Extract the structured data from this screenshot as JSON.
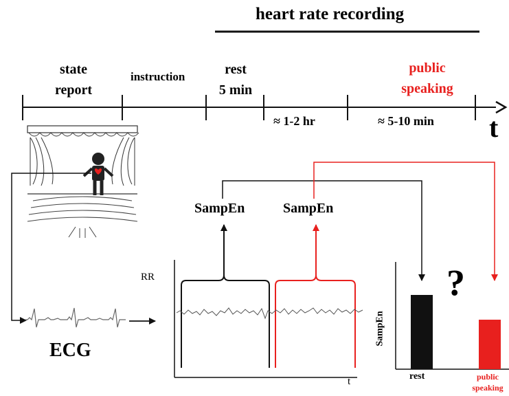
{
  "colors": {
    "black": "#111111",
    "accent": "#e8201e",
    "trace": "#555555"
  },
  "timeline": {
    "recording_label": "heart rate recording",
    "axis_label": "t",
    "phases": {
      "state_report": [
        "state",
        "report"
      ],
      "instruction": "instruction",
      "rest": [
        "rest",
        "5 min"
      ],
      "public_speaking": [
        "public",
        "speaking"
      ]
    },
    "durations": {
      "wait": "≈ 1-2 hr",
      "speaking": "≈ 5-10 min"
    }
  },
  "scene": {
    "icon": "theater-stage-speaker-icon"
  },
  "ecg": {
    "label": "ECG"
  },
  "rr_plot": {
    "y_label": "RR",
    "x_label": "t"
  },
  "sampen_labels": {
    "rest": "SampEn",
    "speaking": "SampEn"
  },
  "comparison": {
    "question": "?",
    "chart_data": {
      "type": "bar",
      "categories": [
        "rest",
        "public speaking"
      ],
      "category_lines": [
        [
          "rest"
        ],
        [
          "public",
          "speaking"
        ]
      ],
      "values": [
        0.72,
        0.48
      ],
      "colors": [
        "#111111",
        "#e8201e"
      ],
      "ylabel": "SampEn",
      "ylim": [
        0,
        1
      ]
    }
  }
}
